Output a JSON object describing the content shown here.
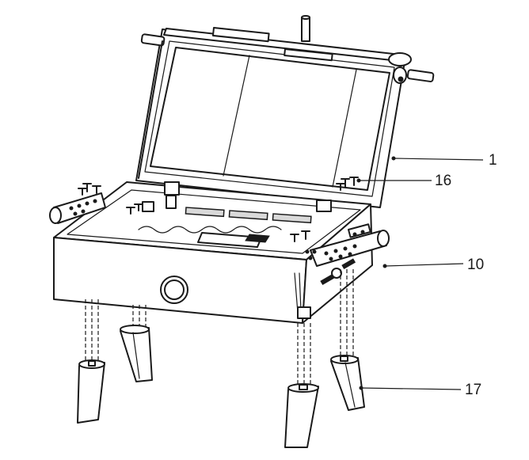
{
  "callouts": [
    {
      "id": "lid",
      "label": "1"
    },
    {
      "id": "screws",
      "label": "16"
    },
    {
      "id": "handle",
      "label": "10"
    },
    {
      "id": "legs",
      "label": "17"
    }
  ],
  "colors": {
    "line": "#1a1a1a",
    "background": "#ffffff"
  }
}
